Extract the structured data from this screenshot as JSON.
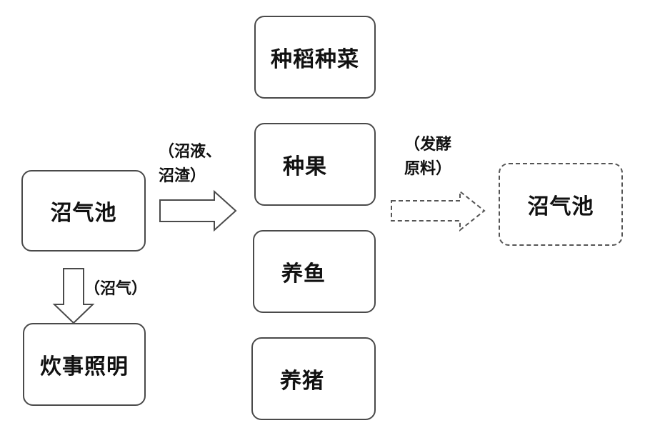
{
  "source_box": {
    "label": "沼气池"
  },
  "uses": [
    {
      "label": "种稻种菜"
    },
    {
      "label": "种果"
    },
    {
      "label": "养鱼"
    },
    {
      "label": "养猪"
    }
  ],
  "biogas_use": {
    "label": "炊事照明"
  },
  "target_box": {
    "label": "沼气池"
  },
  "annotations": {
    "slurry_line1": "（沼液、",
    "slurry_line2": "沼渣）",
    "gas": "（沼气）",
    "ferment_line1": "（发酵",
    "ferment_line2": "原料）"
  }
}
